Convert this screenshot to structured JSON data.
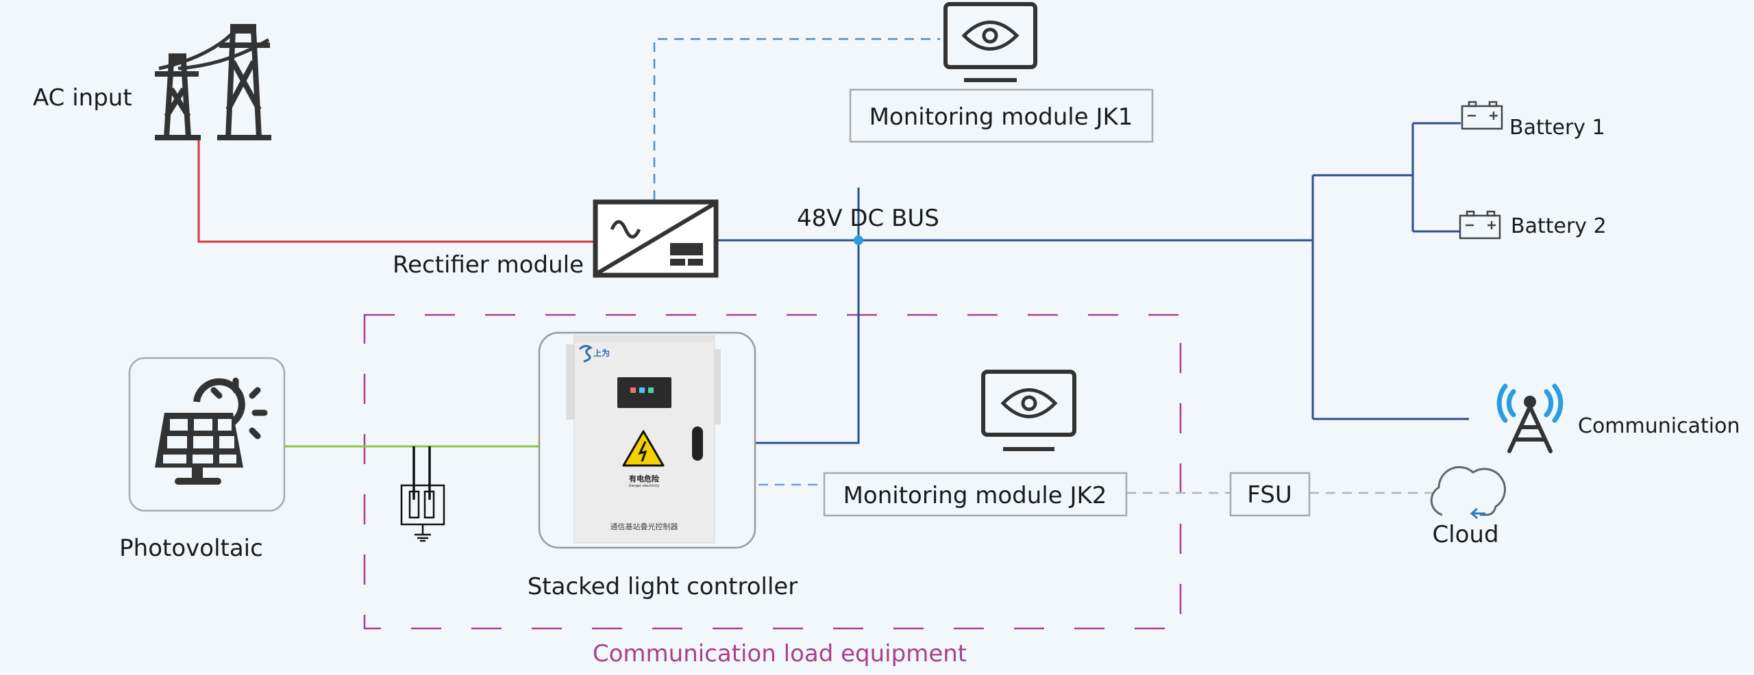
{
  "labels": {
    "ac_input": "AC input",
    "rectifier": "Rectifier module",
    "dc_bus": "48V DC BUS",
    "monitor_jk1": "Monitoring module JK1",
    "monitor_jk2": "Monitoring module JK2",
    "battery1": "Battery 1",
    "battery2": "Battery 2",
    "communication": "Communication",
    "fsu": "FSU",
    "cloud": "Cloud",
    "photovoltaic": "Photovoltaic",
    "controller": "Stacked light controller",
    "group": "Communication load equipment"
  },
  "cabinet": {
    "brand": "上为",
    "warning_cn": "有电危险",
    "warning_en": "Danger electricity",
    "nameplate": "通信基站叠光控制器"
  },
  "colors": {
    "ac_line": "#d9363e",
    "dc_bus": "#2a4f8f",
    "pv_line": "#8dc63f",
    "signal_dashed": "#4a8cc7",
    "network_dashed": "#b0b6bf",
    "group_border": "#a8408f",
    "icon": "#333333",
    "antenna_waves": "#2a9de0"
  },
  "icons": [
    "power-tower-icon",
    "rectifier-icon",
    "monitor-eye-icon",
    "battery-icon",
    "antenna-icon",
    "cloud-icon",
    "solar-panel-icon",
    "surge-protector-icon",
    "ground-icon"
  ]
}
